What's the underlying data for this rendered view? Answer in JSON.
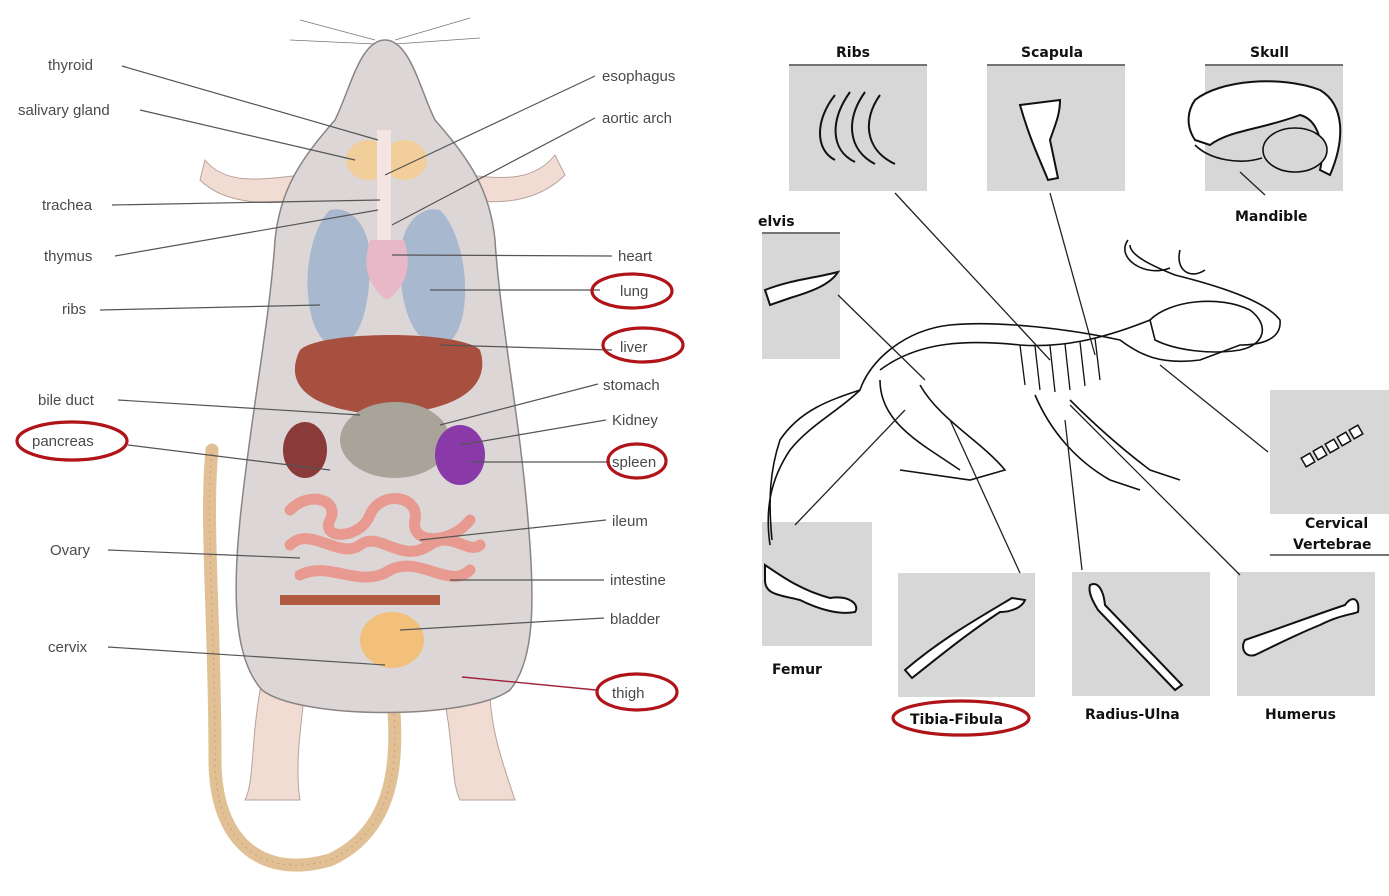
{
  "anatomy": {
    "left_labels": [
      "thyroid",
      "salivary gland",
      "trachea",
      "thymus",
      "ribs",
      "bile duct",
      "pancreas",
      "Ovary",
      "cervix"
    ],
    "right_labels": [
      "esophagus",
      "aortic arch",
      "heart",
      "lung",
      "liver",
      "stomach",
      "Kidney",
      "spleen",
      "ileum",
      "intestine",
      "bladder",
      "thigh"
    ],
    "circled": [
      "lung",
      "liver",
      "pancreas",
      "spleen",
      "thigh"
    ]
  },
  "skeleton": {
    "labels": {
      "ribs": "Ribs",
      "scapula": "Scapula",
      "skull": "Skull",
      "mandible": "Mandible",
      "pelvis": "elvis",
      "cervical_1": "Cervical",
      "cervical_2": "Vertebrae",
      "femur": "Femur",
      "tibia": "Tibia-Fibula",
      "radius": "Radius-Ulna",
      "humerus": "Humerus"
    },
    "circled": [
      "Tibia-Fibula"
    ]
  },
  "colors": {
    "circle": "#b01418",
    "panel": "#d7d7d7"
  }
}
